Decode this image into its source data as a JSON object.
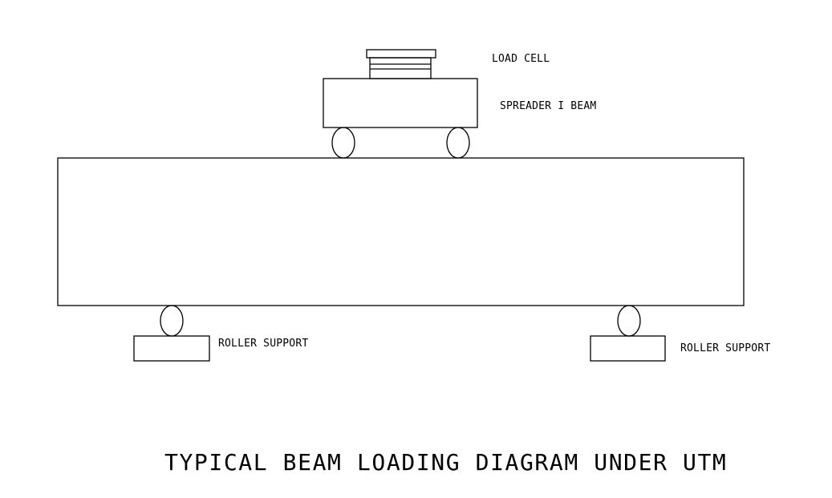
{
  "labels": {
    "load_cell": "LOAD CELL",
    "spreader_beam": "SPREADER I BEAM",
    "roller_support_left": "ROLLER SUPPORT",
    "roller_support_right": "ROLLER SUPPORT",
    "title": "TYPICAL BEAM LOADING DIAGRAM UNDER UTM"
  },
  "colors": {
    "line": "#000000",
    "background": "#ffffff"
  }
}
